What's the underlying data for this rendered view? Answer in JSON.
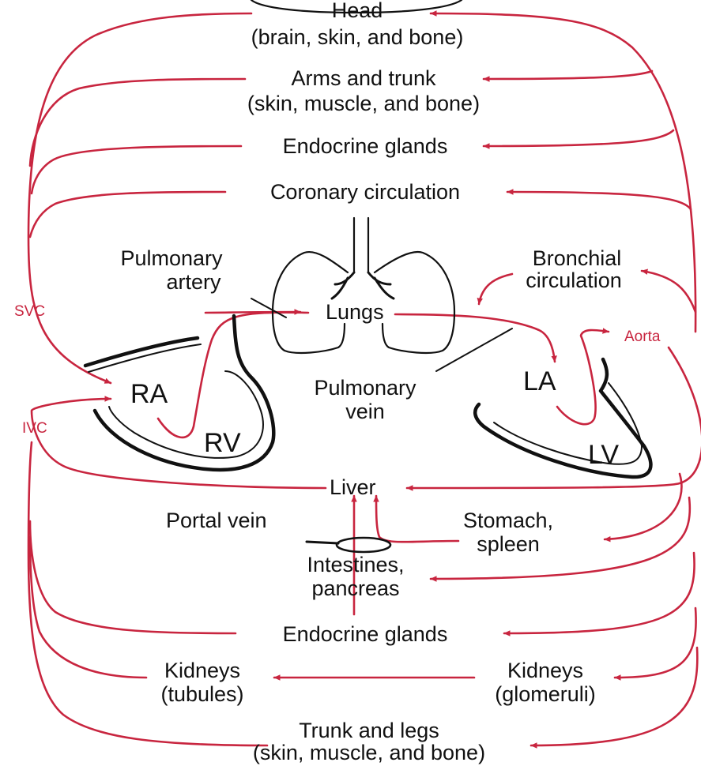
{
  "colors": {
    "flow": "#c8253f",
    "ink": "#111111",
    "background": "#ffffff"
  },
  "labels": {
    "head_line1": "Head",
    "head_line2": "(brain, skin, and bone)",
    "arms_line1": "Arms and trunk",
    "arms_line2": "(skin, muscle, and bone)",
    "endocrine_upper": "Endocrine glands",
    "coronary": "Coronary circulation",
    "pulmonary_artery_line1": "Pulmonary",
    "pulmonary_artery_line2": "artery",
    "bronchial_line1": "Bronchial",
    "bronchial_line2": "circulation",
    "svc": "SVC",
    "lungs": "Lungs",
    "aorta": "Aorta",
    "ra": "RA",
    "rv": "RV",
    "pulmonary_vein_line1": "Pulmonary",
    "pulmonary_vein_line2": "vein",
    "la": "LA",
    "lv": "LV",
    "ivc": "IVC",
    "liver": "Liver",
    "portal_vein": "Portal vein",
    "stomach_line1": "Stomach,",
    "stomach_line2": "spleen",
    "intestines_line1": "Intestines,",
    "intestines_line2": "pancreas",
    "endocrine_lower": "Endocrine glands",
    "kidneys_tubules_line1": "Kidneys",
    "kidneys_tubules_line2": "(tubules)",
    "kidneys_glomeruli_line1": "Kidneys",
    "kidneys_glomeruli_line2": "(glomeruli)",
    "trunk_legs_line1": "Trunk and legs",
    "trunk_legs_line2": "(skin, muscle, and bone)"
  }
}
